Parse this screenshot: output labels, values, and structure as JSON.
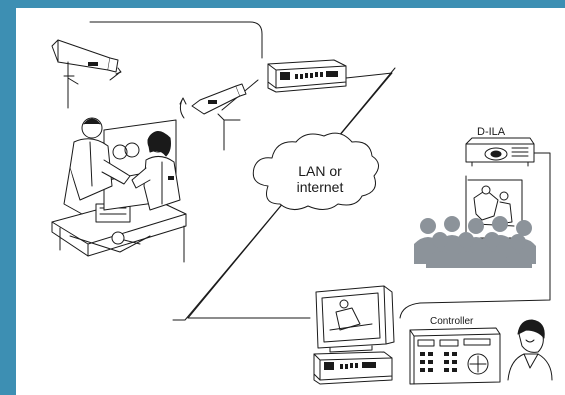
{
  "colors": {
    "frame": "#3d8fb3",
    "line": "#1a1a1a",
    "silhouette": "#8c939a"
  },
  "network": {
    "cloud_label_line1": "LAN or",
    "cloud_label_line2": "internet"
  },
  "projector": {
    "label": "D-ILA"
  },
  "controller": {
    "label": "Controller"
  },
  "icons": [
    "security-camera-icon",
    "recorder-icon",
    "people-working-icon",
    "cloud-icon",
    "projector-icon",
    "projection-screen-icon",
    "audience-icon",
    "monitor-icon",
    "controller-icon",
    "operator-icon"
  ]
}
